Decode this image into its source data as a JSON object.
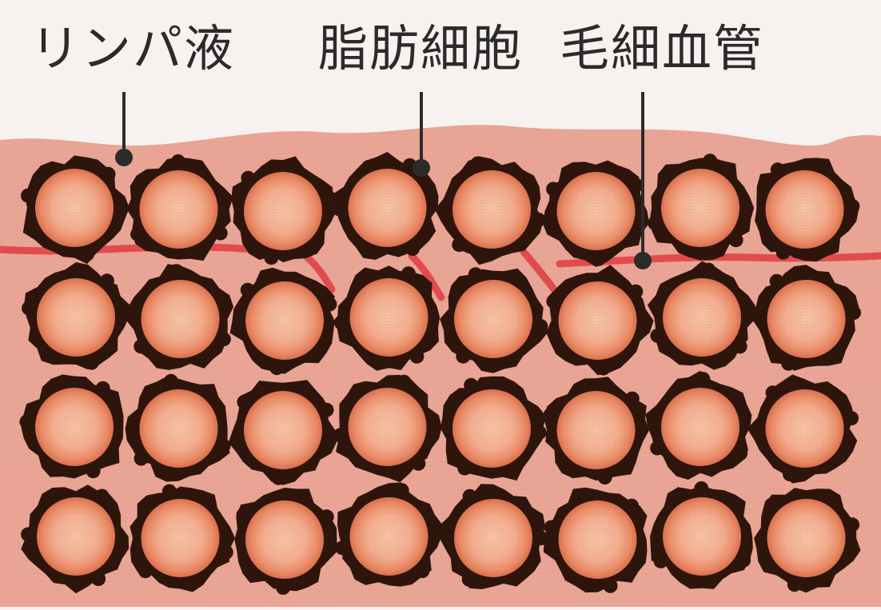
{
  "labels": {
    "lymph_fluid": "リンパ液",
    "fat_cell": "脂肪細胞",
    "capillary": "毛細血管"
  },
  "colors": {
    "background": "#f7f2f0",
    "tissue": "#e8a292",
    "tissue_edge": "#e28f7f",
    "cell_outline": "#2e150c",
    "cell_fill": "#f2a988",
    "cell_center": "#f7c4ac",
    "capillary": "#e34d4f",
    "leader_line": "#2b2b2b"
  },
  "grid": {
    "rows": 4,
    "columns": 8
  }
}
